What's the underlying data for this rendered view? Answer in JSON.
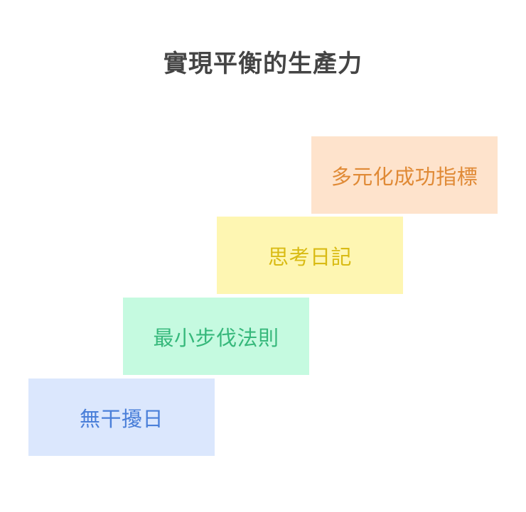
{
  "diagram": {
    "title": "實現平衡的生產力",
    "steps": [
      {
        "label": "無干擾日",
        "bg": "#dbe7fd",
        "fg": "#4a7fd9"
      },
      {
        "label": "最小步伐法則",
        "bg": "#c5fae0",
        "fg": "#36b87b"
      },
      {
        "label": "思考日記",
        "bg": "#fef6b2",
        "fg": "#d9bb14"
      },
      {
        "label": "多元化成功指標",
        "bg": "#fee3cc",
        "fg": "#e08a36"
      }
    ]
  }
}
